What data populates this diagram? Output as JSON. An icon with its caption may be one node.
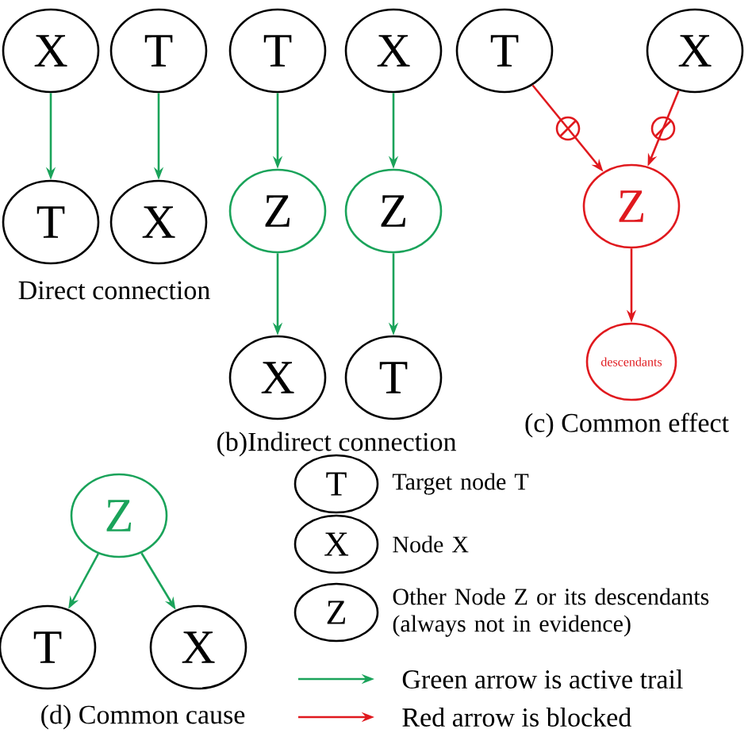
{
  "diagram": {
    "nodes": [
      {
        "text": [
          "X"
        ]
      },
      {
        "text": [
          "T"
        ]
      },
      {
        "text": [
          "T"
        ]
      },
      {
        "text": [
          "X"
        ]
      },
      {
        "text": [
          "T"
        ]
      },
      {
        "text": [
          "Z"
        ]
      },
      {
        "text": [
          "X"
        ]
      },
      {
        "text": [
          "X"
        ]
      },
      {
        "text": [
          "Z"
        ]
      },
      {
        "text": [
          "T"
        ]
      },
      {
        "text": [
          "T"
        ]
      },
      {
        "text": [
          "X"
        ]
      },
      {
        "text": [
          "Z"
        ]
      },
      {
        "text": [
          "descendants"
        ]
      },
      {
        "text": [
          "Z"
        ]
      },
      {
        "text": [
          "T"
        ]
      },
      {
        "text": [
          "X"
        ]
      },
      {
        "text": [
          "T"
        ],
        "beside": [
          "Target node T"
        ]
      },
      {
        "text": [
          "X"
        ],
        "beside": [
          "Node X"
        ]
      },
      {
        "text": [
          "Z"
        ],
        "beside": [
          "Other Node Z or its descendants (always not in evidence)"
        ]
      }
    ],
    "edges": [
      {
        "from": 0,
        "to": 2,
        "arrow": "to"
      },
      {
        "from": 1,
        "to": 3,
        "arrow": "to"
      },
      {
        "from": 4,
        "to": 5,
        "arrow": "to"
      },
      {
        "from": 5,
        "to": 6,
        "arrow": "to"
      },
      {
        "from": 7,
        "to": 8,
        "arrow": "to"
      },
      {
        "from": 8,
        "to": 9,
        "arrow": "to"
      },
      {
        "from": 10,
        "to": 12,
        "arrow": "to",
        "color": "#e0191e"
      },
      {
        "from": 11,
        "to": 12,
        "arrow": "to",
        "color": "#e0191e"
      },
      {
        "from": 12,
        "to": 13,
        "arrow": "to",
        "color": "#e0191e"
      },
      {
        "from": 14,
        "to": 15,
        "arrow": "to"
      },
      {
        "from": 14,
        "to": 16,
        "arrow": "to"
      }
    ],
    "labels": [
      "Direct connection",
      "(b)Indirect connection",
      "(c) Common effect",
      "(d) Common cause"
    ],
    "legend": [
      {
        "text": "Green arrow is active trail"
      },
      {
        "text": "Red arrow is blocked"
      }
    ]
  }
}
